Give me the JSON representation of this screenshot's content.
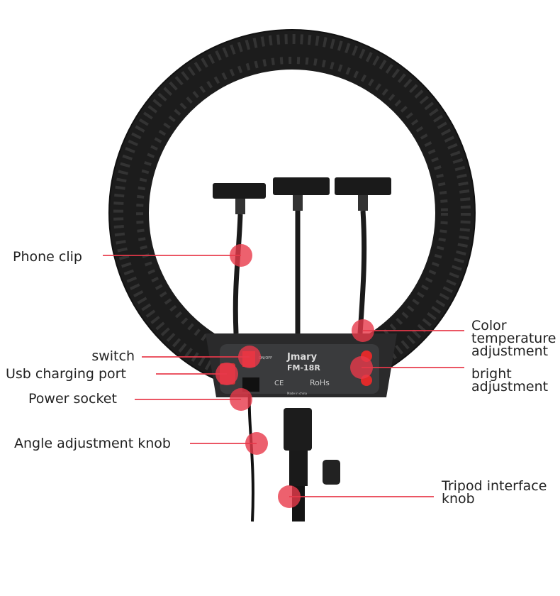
{
  "product": {
    "brand": "Jmary",
    "model": "FM-18R",
    "switch_text": "ON/OFF",
    "cert_ce": "CE",
    "cert_rohs": "RoHs",
    "origin": "Made in china"
  },
  "labels": {
    "phone_clip": "Phone clip",
    "switch": "switch",
    "usb": "Usb charging port",
    "power": "Power socket",
    "angle": "Angle adjustment knob",
    "color_temp_1": "Color",
    "color_temp_2": "temperature",
    "color_temp_3": "adjustment",
    "bright_1": "bright",
    "bright_2": "adjustment",
    "tripod_1": "Tripod interface",
    "tripod_2": "knob"
  },
  "colors": {
    "accent": "#e8394a",
    "ring": "#1c1c1c",
    "panel": "#3a3b3d"
  }
}
